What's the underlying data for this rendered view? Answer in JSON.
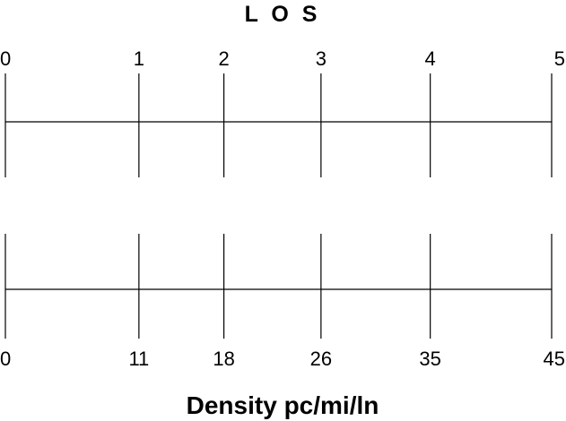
{
  "diagram": {
    "title": "L O S",
    "axis_title": "Density pc/mi/ln",
    "line_color": "#000000",
    "los_scale": {
      "labels": [
        "0",
        "1",
        "2",
        "3",
        "4",
        "5"
      ]
    },
    "density_scale": {
      "labels": [
        "0",
        "11",
        "18",
        "26",
        "35",
        "45"
      ]
    },
    "tick_positions": [
      0,
      11,
      18,
      26,
      35,
      45
    ],
    "range": [
      0,
      45
    ]
  }
}
